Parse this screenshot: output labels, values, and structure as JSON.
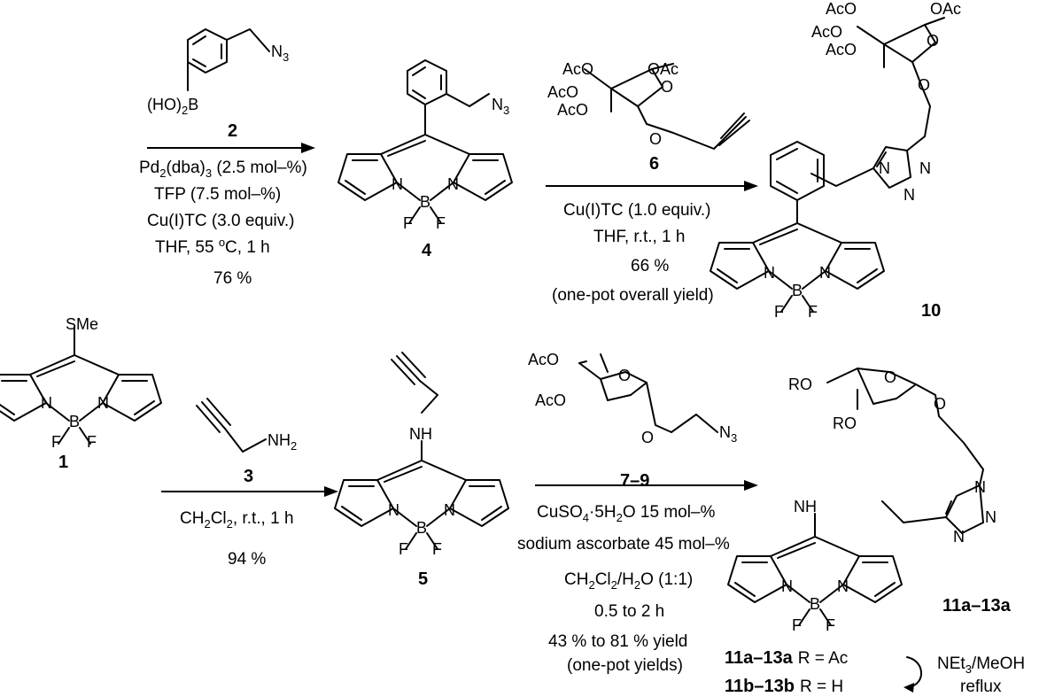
{
  "compounds": {
    "c1": "1",
    "c2": "2",
    "c3": "3",
    "c4": "4",
    "c5": "5",
    "c6": "6",
    "c7_9": "7–9",
    "c10": "10",
    "c11a_13a": "11a–13a",
    "c11a_13a_note": "11a–13a",
    "c11b_13b_note": "11b–13b"
  },
  "atoms": {
    "SMe": "SMe",
    "N": "N",
    "B": "B",
    "F": "F",
    "NH": "NH",
    "NH2": "NH",
    "NH2_sub": "2",
    "N3": "N",
    "N3_sub": "3",
    "HO2B": "(HO)",
    "HO2B_sub": "2",
    "HO2B_B": "B",
    "AcO": "AcO",
    "OAc": "OAc",
    "O": "O",
    "RO": "RO"
  },
  "reaction1": {
    "reagent_label": "2",
    "conditions": [
      "Pd(dba) (2.5 mol–%)",
      "TFP (7.5 mol–%)",
      "Cu(I)TC (3.0 equiv.)",
      "THF, 55 °C, 1 h",
      "76 %"
    ]
  },
  "reaction2": {
    "conditions": [
      "Cu(I)TC (1.0 equiv.)",
      "THF, r.t., 1 h",
      "66 %",
      "(one-pot overall yield)"
    ]
  },
  "reaction3": {
    "conditions": [
      "CH Cl , r.t., 1 h",
      "94 %"
    ]
  },
  "reaction4": {
    "conditions": [
      "CuSO ·5H O 15 mol–%",
      "sodium ascorbate 45 mol–%",
      "CH Cl /H O (1:1)",
      "0.5 to 2 h",
      "43 % to 81 % yield",
      "(one-pot yields)"
    ]
  },
  "deprotection": {
    "row1": "R = Ac",
    "row2": "R = H",
    "reagent": "NEt /MeOH",
    "reagent_sub": "3",
    "cond": "reflux"
  }
}
